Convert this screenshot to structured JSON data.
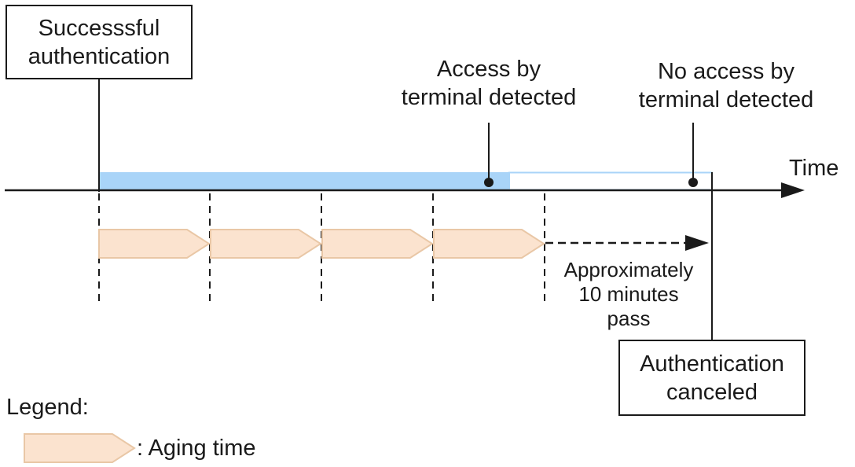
{
  "start_box": {
    "line1": "Successsful",
    "line2": "authentication"
  },
  "access_label": {
    "line1": "Access by",
    "line2": "terminal detected"
  },
  "noaccess_label": {
    "line1": "No access by",
    "line2": "terminal detected"
  },
  "time_label": "Time",
  "elapsed_label": {
    "line1": "Approximately",
    "line2": "10 minutes",
    "line3": "pass"
  },
  "end_box": {
    "line1": "Authentication",
    "line2": "canceled"
  },
  "legend": {
    "title": "Legend:",
    "aging_item": ": Aging time"
  },
  "colors": {
    "session_bar": "#a9d4f8",
    "aging_fill": "#fbe3cf",
    "aging_stroke": "#e9c7a6",
    "line": "#1a1a1a"
  }
}
